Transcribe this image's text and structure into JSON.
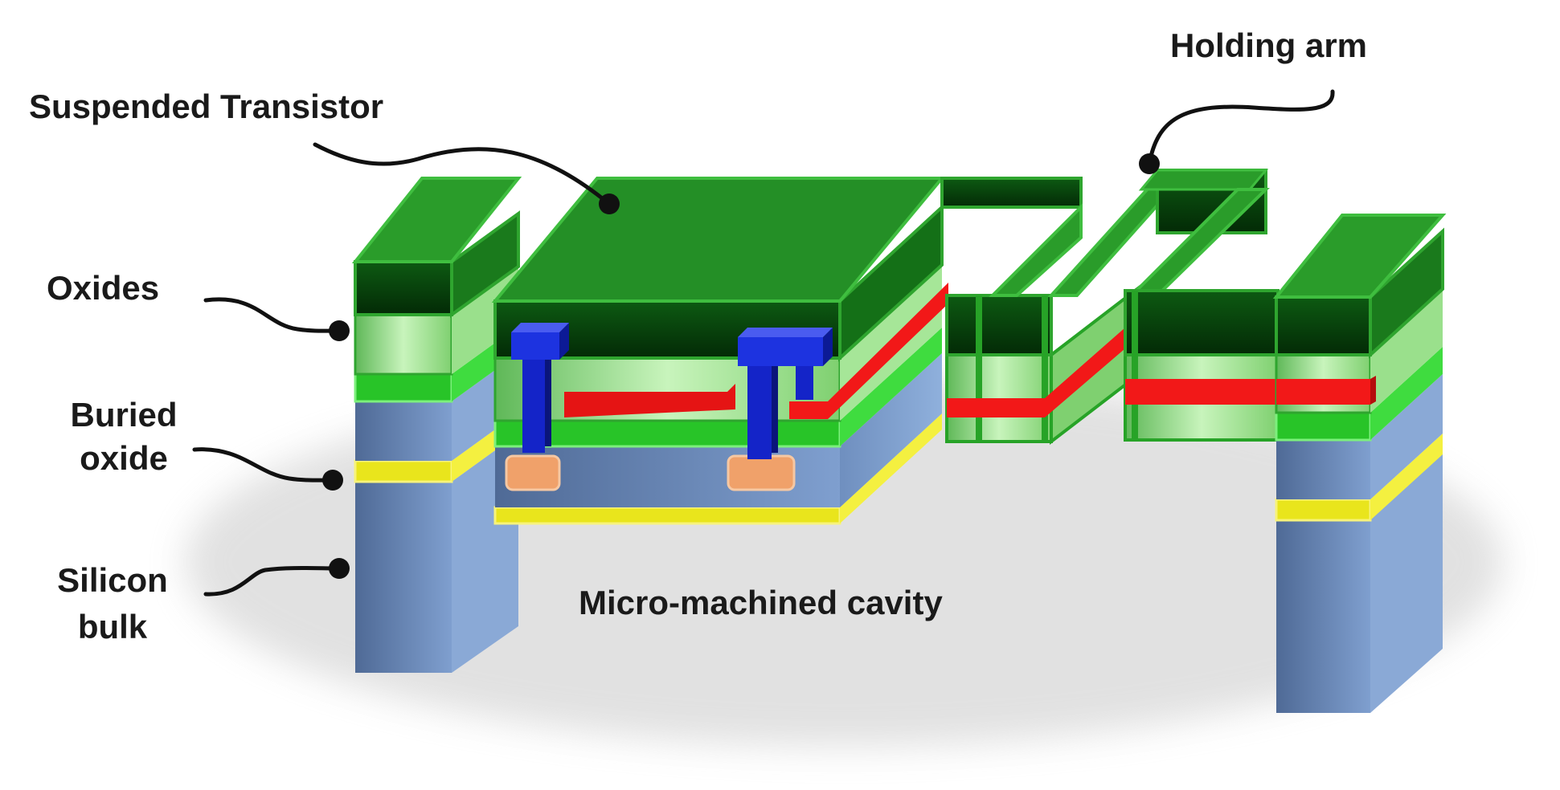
{
  "labels": {
    "suspended_transistor": "Suspended Transistor",
    "holding_arm": "Holding arm",
    "oxides": "Oxides",
    "buried_oxide_line1": "Buried",
    "buried_oxide_line2": "oxide",
    "silicon_bulk_line1": "Silicon",
    "silicon_bulk_line2": "bulk",
    "cavity": "Micro-machined cavity"
  },
  "colors": {
    "oxide_dark": "#0b4a10",
    "oxide_mid": "#2f9a2f",
    "oxide_light": "#a9e59c",
    "oxide_bright": "#3fdc3f",
    "buried_oxide": "#f2ef2a",
    "silicon": "#6f8fbf",
    "polysilicon": "#f21818",
    "metal": "#1424c8",
    "contact": "#f0a16a",
    "leader": "#111111"
  }
}
